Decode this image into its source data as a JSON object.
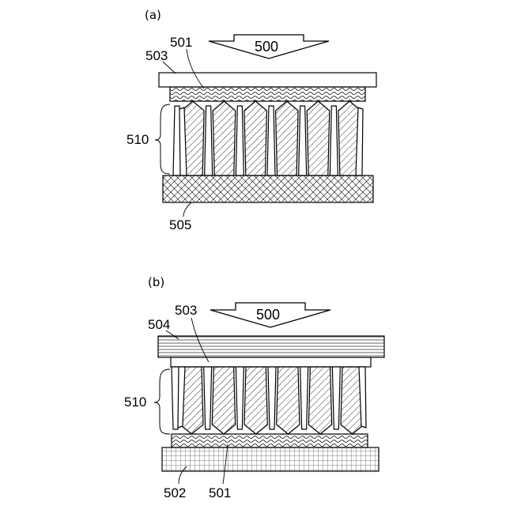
{
  "panels": [
    {
      "id": "a",
      "label": "(a)",
      "arrow_label": "500",
      "labels": {
        "top_sheet": "503",
        "wavy_layer": "501",
        "pillars": "510",
        "base": "505"
      }
    },
    {
      "id": "b",
      "label": "(b)",
      "arrow_label": "500",
      "labels": {
        "top_plate": "504",
        "thin_sheet": "503",
        "pillars": "510",
        "base": "502",
        "wavy_layer": "501"
      }
    }
  ]
}
